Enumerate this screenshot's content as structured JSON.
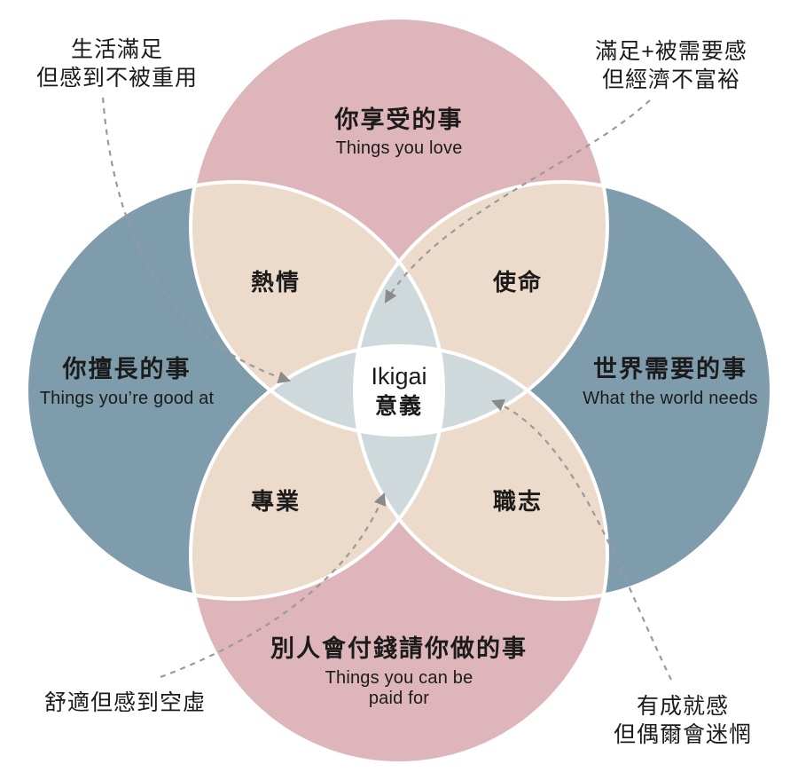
{
  "diagram": {
    "title": "Ikigai",
    "circles": {
      "top": {
        "zh": "你享受的事",
        "en": "Things you love"
      },
      "left": {
        "zh": "你擅長的事",
        "en": "Things you’re good at"
      },
      "right": {
        "zh": "世界需要的事",
        "en": "What the world needs"
      },
      "bottom": {
        "zh": "別人會付錢請你做的事",
        "en1": "Things you can be",
        "en2": "paid for"
      }
    },
    "overlaps": {
      "top_left": "熱情",
      "top_right": "使命",
      "bottom_left": "專業",
      "bottom_right": "職志"
    },
    "center": {
      "en": "Ikigai",
      "zh": "意義"
    },
    "annotations": {
      "top_left": {
        "line1": "生活滿足",
        "line2": "但感到不被重用"
      },
      "top_right": {
        "line1": "滿足+被需要感",
        "line2": "但經濟不富裕"
      },
      "bottom_left": {
        "line1": "舒適但感到空虛"
      },
      "bottom_right": {
        "line1": "有成就感",
        "line2": "但偶爾會迷惘"
      }
    }
  },
  "colors": {
    "pink": "#deb5ba",
    "blue": "#7e9cac",
    "tan": "#ecdaca",
    "gray_petal": "#cfd9dc",
    "center_bg": "#ffffff",
    "stroke": "#ffffff",
    "text": "#1b1b1b",
    "dash": "#9a9a9a",
    "arrow": "#8a8a8a"
  }
}
